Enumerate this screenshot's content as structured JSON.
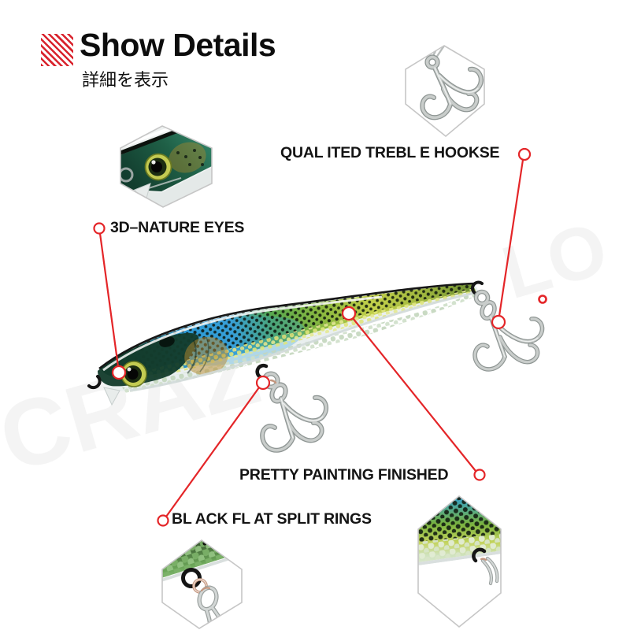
{
  "header": {
    "title": "Show Details",
    "subtitle_jp": "詳細を表示",
    "icon": "red-hatched-square",
    "accent_red": "#e42528"
  },
  "callouts": {
    "treble_hooks": {
      "label": "QUAL ITED TREBL E HOOKSE"
    },
    "eyes": {
      "label": "3D–NATURE EYES"
    },
    "painting": {
      "label": "PRETTY PAINTING FINISHED"
    },
    "split_rings": {
      "label": "BL ACK FL AT SPLIT RINGS"
    }
  },
  "watermark": [
    "CRAZ",
    "LO"
  ],
  "colors": {
    "line_red": "#e42528",
    "hex_border": "#c6c6c6",
    "body_dark_head": "#143c2d",
    "body_blue": "#2f9fd8",
    "body_green": "#79b23f",
    "body_yellow": "#c3d35b",
    "silver_hook": "#c9cdcb"
  }
}
